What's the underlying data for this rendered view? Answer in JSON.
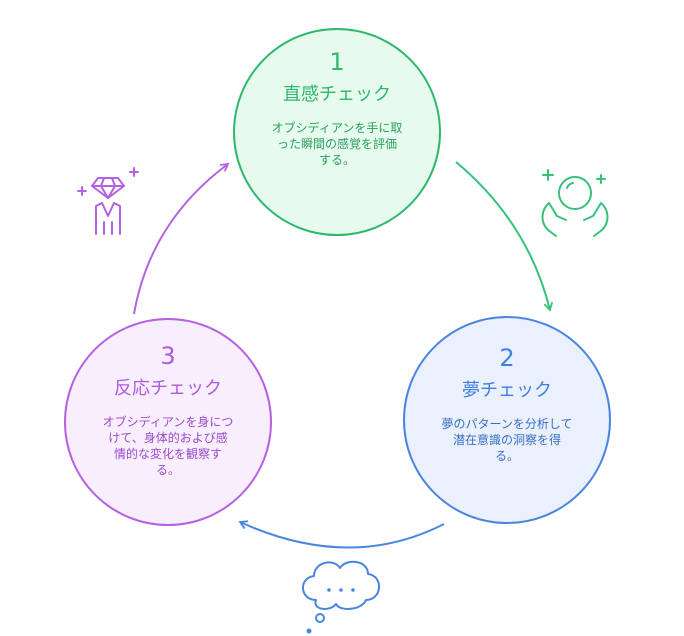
{
  "nodes": [
    {
      "number": "1",
      "title": "直感チェック",
      "desc_lines": [
        "オブシディアンを手に取",
        "った瞬間の感覚を評価",
        "する。"
      ],
      "color": "#2eb86b",
      "fill": "#e6faee",
      "icon": "crystal-ball-hands-icon"
    },
    {
      "number": "2",
      "title": "夢チェック",
      "desc_lines": [
        "夢のパターンを分析して",
        "潜在意識の洞察を得",
        "る。"
      ],
      "color": "#4a86e0",
      "fill": "#eaf1fd",
      "icon": "thought-bubble-icon"
    },
    {
      "number": "3",
      "title": "反応チェック",
      "desc_lines": [
        "オブシディアンを身につ",
        "けて、身体的および感",
        "情的な変化を観察す",
        "る。"
      ],
      "color": "#b562e2",
      "fill": "#f8eefd",
      "icon": "gem-person-icon"
    }
  ]
}
